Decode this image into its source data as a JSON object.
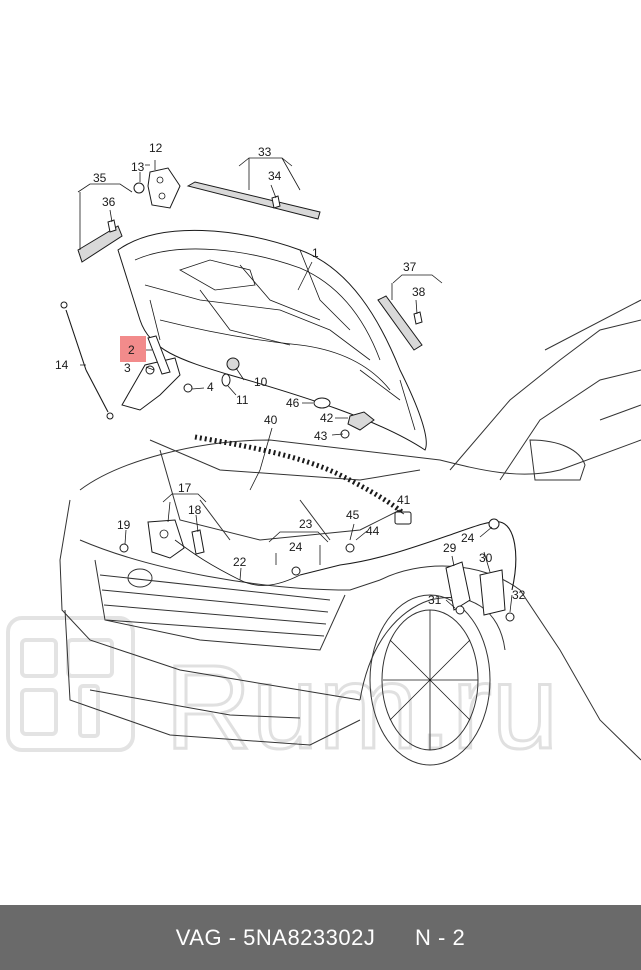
{
  "callouts": {
    "c1": "1",
    "c2": "2",
    "c3": "3",
    "c4": "4",
    "c10": "10",
    "c11": "11",
    "c12": "12",
    "c13": "13",
    "c14": "14",
    "c17": "17",
    "c18": "18",
    "c19": "19",
    "c22": "22",
    "c23": "23",
    "c24a": "24",
    "c24b": "24",
    "c29": "29",
    "c30": "30",
    "c31": "31",
    "c32": "32",
    "c33": "33",
    "c34": "34",
    "c35": "35",
    "c36": "36",
    "c37": "37",
    "c38": "38",
    "c40": "40",
    "c41": "41",
    "c42": "42",
    "c43": "43",
    "c44": "44",
    "c45": "45",
    "c46": "46"
  },
  "highlight_color": "#f28b8b",
  "watermark": {
    "text": "Rum.ru"
  },
  "footer": {
    "brand": "VAG",
    "separator": " - ",
    "part_number": "5NA823302J",
    "position": "N - 2"
  },
  "colors": {
    "footer_bg": "#6a6a6a",
    "footer_text": "#ffffff"
  }
}
